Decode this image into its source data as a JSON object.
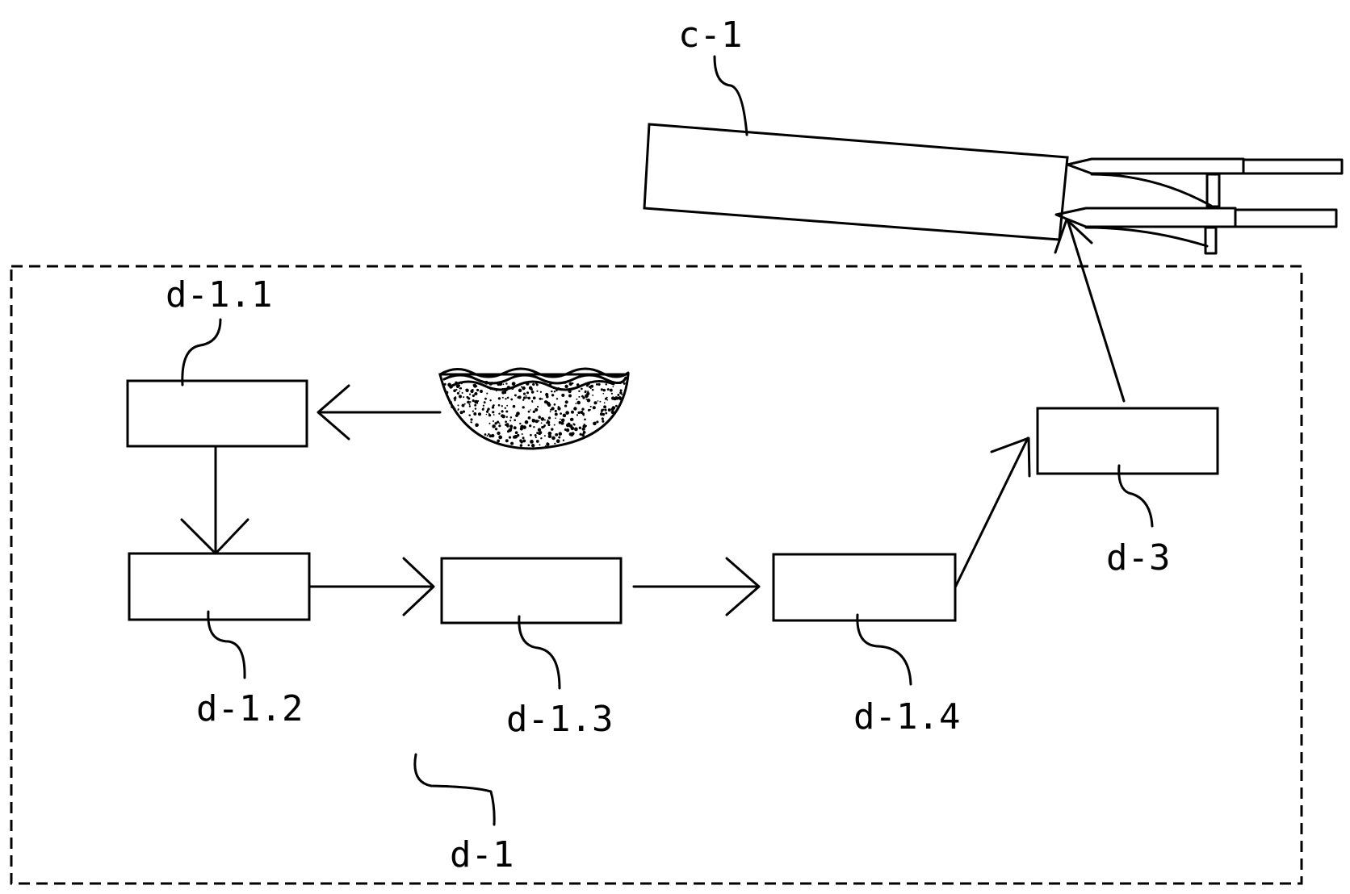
{
  "diagram": {
    "labels": {
      "c_1": "c-1",
      "d_1": "d-1",
      "d_1_1": "d-1.1",
      "d_1_2": "d-1.2",
      "d_1_3": "d-1.3",
      "d_1_4": "d-1.4",
      "d_3": "d-3"
    },
    "colors": {
      "line": "#000000",
      "background": "#ffffff"
    }
  }
}
